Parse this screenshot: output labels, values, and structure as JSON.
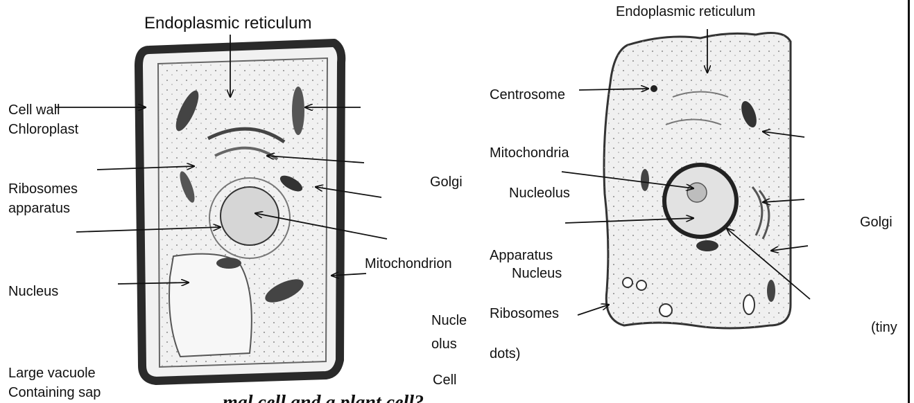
{
  "labels": {
    "plant_er": "Endoplasmic reticulum",
    "animal_er": "Endoplasmic reticulum",
    "cell_wall": "Cell wall",
    "chloroplast": "Chloroplast",
    "ribosomes": "Ribosomes",
    "apparatus": "apparatus",
    "nucleus_left": "Nucleus",
    "large_vacuole": "Large vacuole",
    "containing_sap": "Containing sap",
    "golgi_mid": "Golgi",
    "mitochondrion": "Mitochondrion",
    "nucle": "Nucle",
    "olus": "olus",
    "cell": "Cell",
    "centrosome": "Centrosome",
    "mitochondria": "Mitochondria",
    "nucleolus": "Nucleolus",
    "apparatus_cap": "Apparatus",
    "nucleus_right": "Nucleus",
    "ribosomes_right": "Ribosomes",
    "dots": "dots)",
    "golgi_right": "Golgi",
    "tiny": "(tiny"
  },
  "question_partial": "...mal cell and a plant cell?"
}
